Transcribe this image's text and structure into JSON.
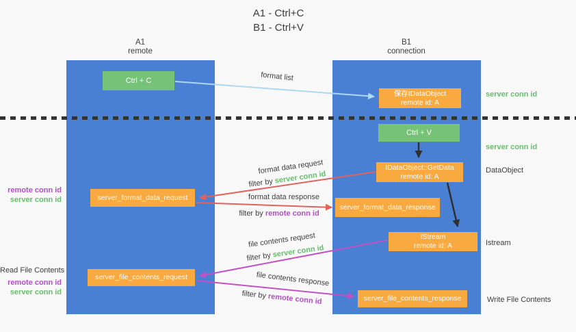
{
  "title": {
    "line1": "A1 - Ctrl+C",
    "line2": "B1 - Ctrl+V"
  },
  "lanes": {
    "left": {
      "name": "A1",
      "role": "remote"
    },
    "right": {
      "name": "B1",
      "role": "connection"
    }
  },
  "nodes": {
    "ctrl_c": {
      "label": "Ctrl + C"
    },
    "save_dataobject": {
      "title": "保存IDataObject",
      "subtitle": "remote id: A"
    },
    "ctrl_v": {
      "label": "Ctrl + V"
    },
    "getdata": {
      "title": "IDataObject::GetData",
      "subtitle": "remote id: A"
    },
    "format_request": {
      "label": "server_format_data_request"
    },
    "format_response": {
      "label": "server_format_data_response"
    },
    "istream": {
      "title": "IStream",
      "subtitle": "remote id: A"
    },
    "file_request": {
      "label": "server_file_contents_request"
    },
    "file_response": {
      "label": "server_file_contents_response"
    }
  },
  "messages": {
    "format_list": "format list",
    "format_data_request": "format data request",
    "format_data_response": "format data response",
    "file_contents_request": "file contents request",
    "file_contents_response": "file contents response",
    "filter_by": "filter by",
    "server_conn_id": "server conn id",
    "remote_conn_id": "remote conn id"
  },
  "side_labels": {
    "left_remote_conn_id_1": "remote conn id",
    "left_server_conn_id_1": "server conn id",
    "read_file_contents": "Read File Contents",
    "left_remote_conn_id_2": "remote conn id",
    "left_server_conn_id_2": "server conn id",
    "right_server_conn_id_top": "server conn id",
    "right_server_conn_id_mid": "server conn id",
    "dataobject": "DataObject",
    "istream": "Istream",
    "write_file_contents": "Write File Contents"
  },
  "colors": {
    "lane_blue": "#4a80d4",
    "box_green": "#77c279",
    "box_orange": "#f8a93f",
    "arrow_light_blue": "#aed7f1",
    "arrow_red": "#e4625c",
    "arrow_magenta": "#c351c3",
    "arrow_black": "#2f2f2f",
    "label_green": "#67be6b",
    "label_purple": "#b44ec6",
    "background": "#f8f8f9"
  }
}
